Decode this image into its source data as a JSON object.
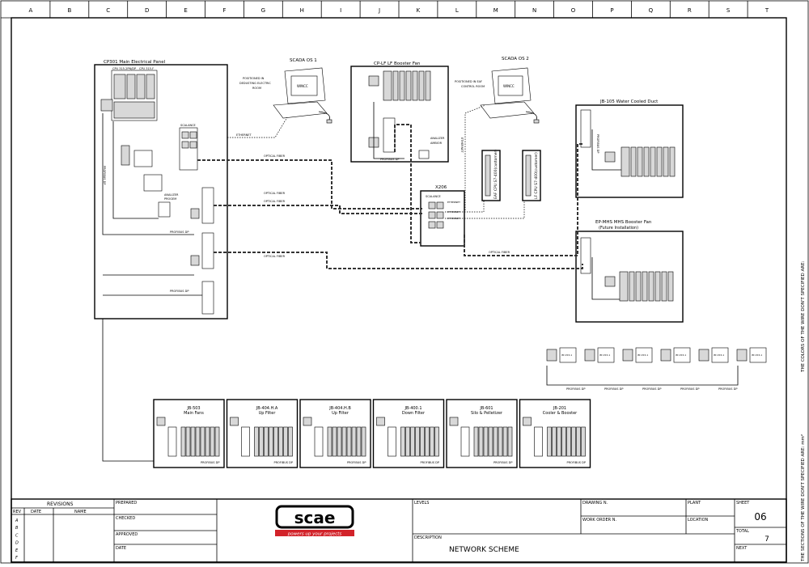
{
  "columns": [
    "A",
    "B",
    "C",
    "D",
    "E",
    "F",
    "G",
    "H",
    "I",
    "J",
    "K",
    "L",
    "M",
    "N",
    "O",
    "P",
    "Q",
    "R",
    "S",
    "T"
  ],
  "panels": {
    "cp301": "CP301 Main Electrical Panel",
    "cp301_cpu_a": "CPU 315-2PN/DP",
    "cp301_cpu_b": "CPU 315-F",
    "scada1": "SCADA OS 1",
    "scada1_note1": "POSITIONED IN",
    "scada1_note2": "DEDUSTING ELECTRIC",
    "scada1_note3": "ROOM",
    "cplf": "CP-LF LF Booster Fan",
    "scada2": "SCADA OS 2",
    "scada2_note1": "POSITIONED IN EAF",
    "scada2_note2": "CONTROL ROOM",
    "jb105": "JB-105 Water Cooled Duct",
    "epmhs": "EP-MHS MHS Booster Fan",
    "epmhs_sub": "(Future Installation)",
    "x206": "X206",
    "eaf_cpu": "EAF CPU S7-400(customer)",
    "lf_cpu": "LF CPU S7-400(customer)"
  },
  "labels": {
    "ethernet": "ETHERNET",
    "optical": "OPTICAL FIBER",
    "profibus": "PROFIBUS DP",
    "scalance": "SCALANCE",
    "olm": "OLM",
    "wincc": "WINCC",
    "analizer_a": "ANALIZER",
    "analizer_b": "PROGEM",
    "analizer_c": "ANALIZER",
    "analizer_d": "AMBIOR",
    "im": "IM 153-1"
  },
  "junction_boxes": [
    {
      "code": "JB-503",
      "title": "Main Fans"
    },
    {
      "code": "JB-404.H.A",
      "title": "Up Filter"
    },
    {
      "code": "JB-404.H.B",
      "title": "Up Filter"
    },
    {
      "code": "JB-400.1",
      "title": "Down Filter"
    },
    {
      "code": "JB-601",
      "title": "Silo & Pelletizer"
    },
    {
      "code": "JB-201",
      "title": "Cooler & Booster"
    }
  ],
  "side_text": "THE SECTIONS OF THE WIRE DON'T SPECIFIED ARE: mm²",
  "side_text2": "THE COLORS OF THE WIRE DON'T SPECIFIED ARE:",
  "title_block": {
    "revisions": "REVISIONS",
    "rev": "REV",
    "date": "DATE",
    "name": "NAME",
    "rev_rows": [
      "A",
      "B",
      "C",
      "D",
      "E",
      "F"
    ],
    "prepared": "PREPARED",
    "checked": "CHECKED",
    "approved": "APPROVED",
    "date2": "DATE",
    "logo": "scae",
    "slogan": "powers up your projects",
    "levels": "LEVELS",
    "description_label": "DESCRIPTION",
    "description": "NETWORK SCHEME",
    "drawing": "DRAWING N.",
    "work_order": "WORK ORDER N.",
    "plant": "PLANT",
    "location": "LOCATION",
    "sheet_label": "SHEET",
    "sheet": "06",
    "total_label": "TOTAL",
    "total": "7",
    "next_label": "NEXT"
  },
  "colors": {
    "logo_red": "#d2232a"
  }
}
